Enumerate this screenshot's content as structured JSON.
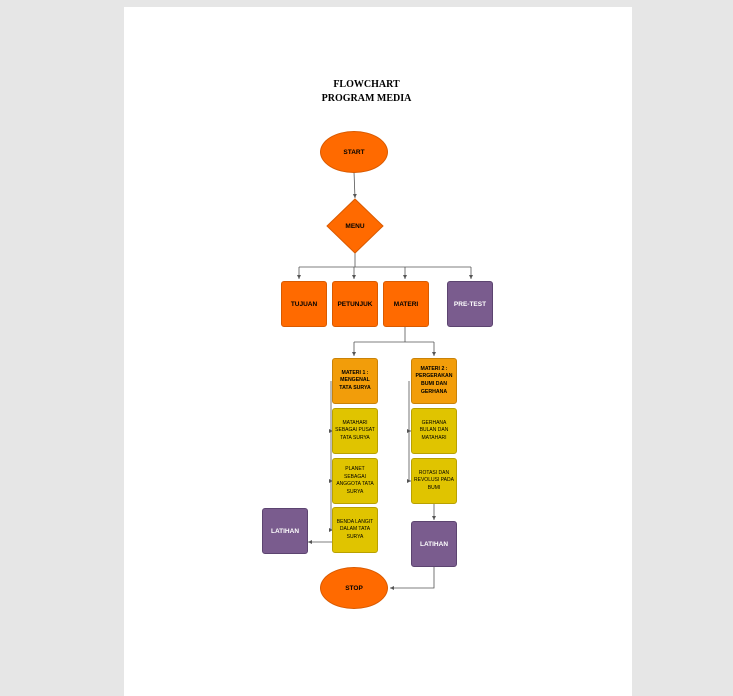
{
  "title": {
    "line1": "FLOWCHART",
    "line2": "PROGRAM MEDIA"
  },
  "nodes": {
    "start": "START",
    "menu": "MENU",
    "tujuan": "TUJUAN",
    "petunjuk": "PETUNJUK",
    "materi": "MATERI",
    "pretest": "PRE-TEST",
    "materi1": "MATERI 1 : MENGENAL TATA SURYA",
    "materi1_sub1": "MATAHARI SEBAGAI PUSAT TATA SURYA",
    "materi1_sub2": "PLANET SEBAGAI ANGGOTA TATA SURYA",
    "materi1_sub3": "BENDA LANGIT DALAM TATA SURYA",
    "materi2": "MATERI 2 : PERGERAKAN BUMI DAN GERHANA",
    "materi2_sub1": "GERHANA BULAN DAN MATAHARI",
    "materi2_sub2": "ROTASI DAN REVOLUSI PADA BUMI",
    "latihan_left": "LATIHAN",
    "latihan_right": "LATIHAN",
    "stop": "STOP"
  },
  "colors": {
    "terminal": "#ff6a00",
    "menu_item": "#ff6a00",
    "pretest": "#7a5c8e",
    "materi_header": "#f29d0a",
    "materi_sub": "#e0c400",
    "latihan": "#7a5c8e",
    "connector": "#555555"
  }
}
